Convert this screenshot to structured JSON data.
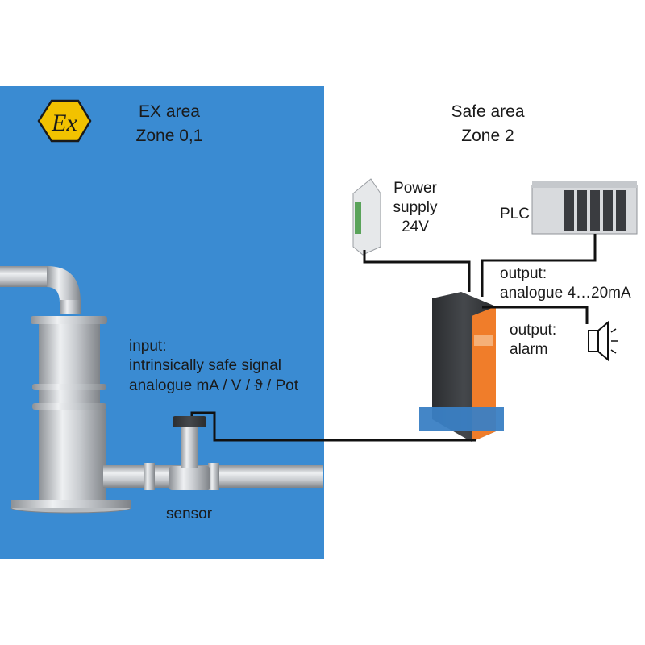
{
  "ex_area": {
    "title": "EX area",
    "zone": "Zone 0,1",
    "logo_text": "Ex",
    "color": "#3a8bd2"
  },
  "safe_area": {
    "title": "Safe area",
    "zone": "Zone 2"
  },
  "power_supply": {
    "line1": "Power",
    "line2": "supply",
    "line3": "24V"
  },
  "plc": {
    "label": "PLC"
  },
  "output_analogue": {
    "line1": "output:",
    "line2": "analogue 4…20mA"
  },
  "output_alarm": {
    "line1": "output:",
    "line2": "alarm"
  },
  "input": {
    "line1": "input:",
    "line2": "intrinsically safe signal",
    "line3": "analogue mA / V / ϑ / Pot"
  },
  "sensor": {
    "label": "sensor"
  },
  "colors": {
    "ex_logo_fill": "#f2c200",
    "isolator_accent": "#f07d2a",
    "isolator_base": "#3a7fc4",
    "wire": "#111111"
  },
  "icons": [
    "ex-logo-icon",
    "speaker-icon"
  ]
}
